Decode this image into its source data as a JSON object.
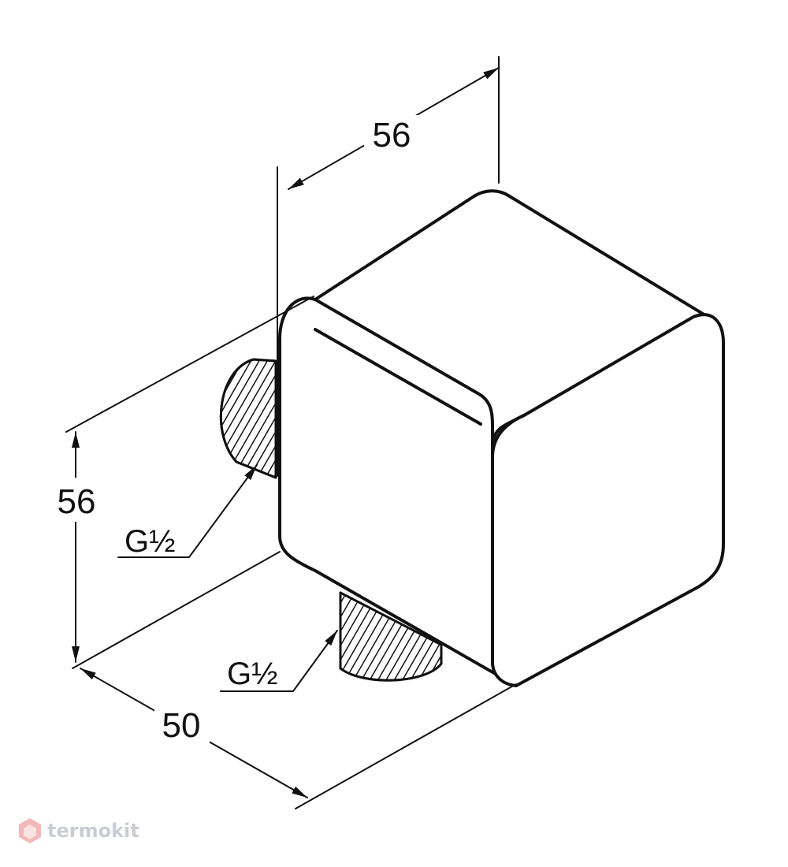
{
  "drawing": {
    "dimensions": {
      "top_width": "56",
      "height": "56",
      "depth": "50"
    },
    "threads": {
      "rear": "G½",
      "bottom": "G½"
    },
    "watermark": {
      "text": "termokit",
      "icon": "hexagon-logo-icon"
    },
    "colors": {
      "ink": "#111111",
      "watermark": "#c9ccd3",
      "watermark_icon": "#f2b8b8"
    }
  }
}
